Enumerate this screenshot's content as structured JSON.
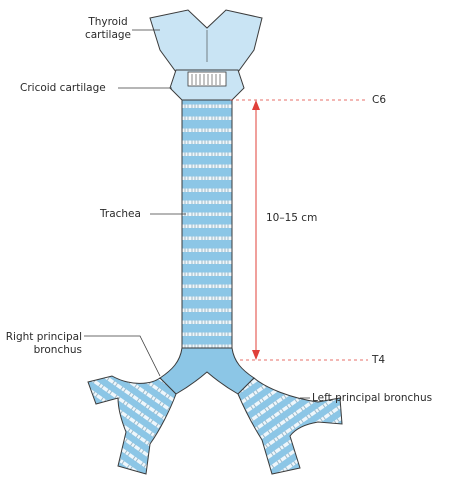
{
  "labels": {
    "thyroid_line1": "Thyroid",
    "thyroid_line2": "cartilage",
    "cricoid": "Cricoid cartilage",
    "trachea": "Trachea",
    "right_bronchus_line1": "Right principal",
    "right_bronchus_line2": "bronchus",
    "left_bronchus": "Left principal bronchus",
    "level_top": "C6",
    "level_bottom": "T4",
    "length": "10–15 cm"
  },
  "colors": {
    "cartilage_fill": "#c9e4f4",
    "ring_fill": "#8cc6e6",
    "ring_gap": "#eef6fb",
    "outline": "#3b3b3b",
    "measure": "#e0403a"
  }
}
